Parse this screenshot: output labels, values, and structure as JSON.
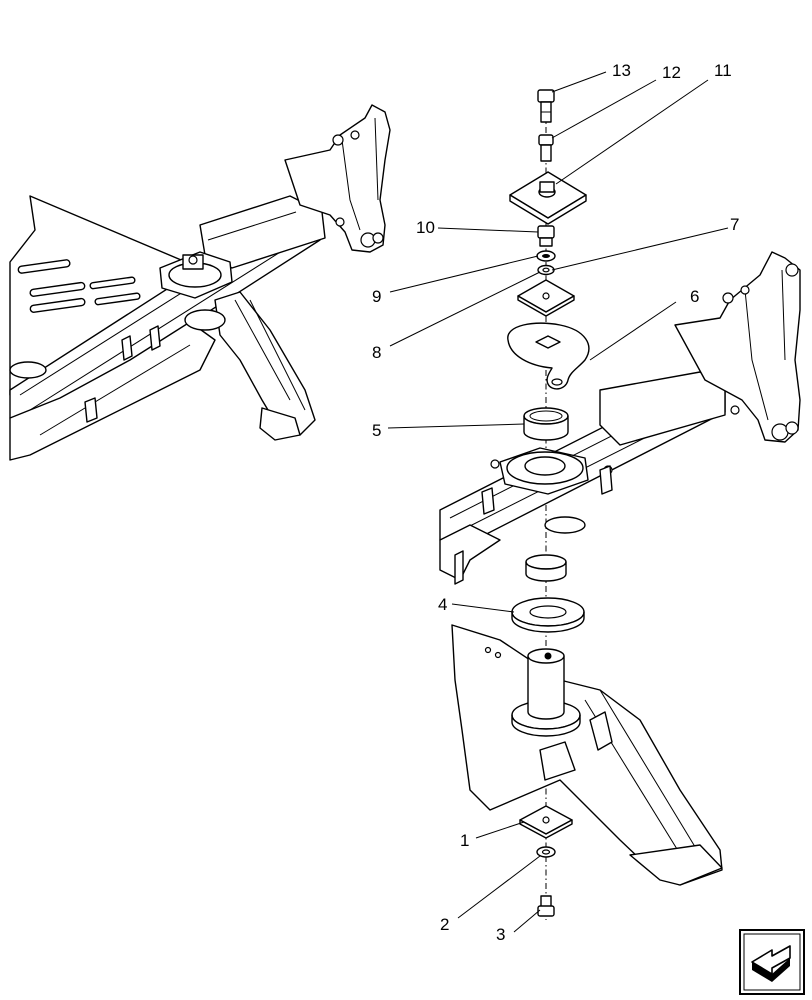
{
  "callouts": [
    {
      "id": "1",
      "label": "1"
    },
    {
      "id": "2",
      "label": "2"
    },
    {
      "id": "3",
      "label": "3"
    },
    {
      "id": "4",
      "label": "4"
    },
    {
      "id": "5",
      "label": "5"
    },
    {
      "id": "6",
      "label": "6"
    },
    {
      "id": "7",
      "label": "7"
    },
    {
      "id": "8",
      "label": "8"
    },
    {
      "id": "9",
      "label": "9"
    },
    {
      "id": "10",
      "label": "10"
    },
    {
      "id": "11",
      "label": "11"
    },
    {
      "id": "12",
      "label": "12"
    },
    {
      "id": "13",
      "label": "13"
    }
  ],
  "icons": {
    "navigation": "next-page-arrow-icon"
  }
}
